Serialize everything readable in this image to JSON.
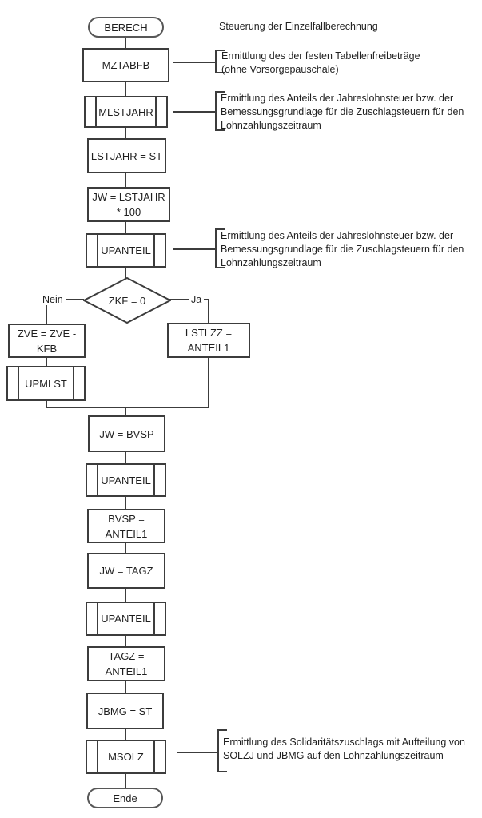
{
  "title": "Steuerung der Einzelfallberechnung",
  "nodes": {
    "start": {
      "label": "BERECH"
    },
    "mztabfb": {
      "label": "MZTABFB"
    },
    "mlstjahr": {
      "label": "MLSTJAHR"
    },
    "lstjahr_st": {
      "label": "LSTJAHR = ST"
    },
    "jw_lstjahr": {
      "label": "JW = LSTJAHR\n* 100"
    },
    "upanteil1": {
      "label": "UPANTEIL"
    },
    "zkf": {
      "label": "ZKF = 0"
    },
    "zve": {
      "label": "ZVE = ZVE -  KFB"
    },
    "upmlst": {
      "label": "UPMLST"
    },
    "lstlzz": {
      "label": "LSTLZZ = ANTEIL1"
    },
    "jw_bvsp": {
      "label": "JW = BVSP"
    },
    "upanteil2": {
      "label": "UPANTEIL"
    },
    "bvsp": {
      "label": "BVSP = ANTEIL1"
    },
    "jw_tagz": {
      "label": "JW = TAGZ"
    },
    "upanteil3": {
      "label": "UPANTEIL"
    },
    "tagz": {
      "label": "TAGZ = ANTEIL1"
    },
    "jbmg": {
      "label": "JBMG = ST"
    },
    "msolz": {
      "label": "MSOLZ"
    },
    "end": {
      "label": "Ende"
    }
  },
  "branch_labels": {
    "no": "Nein",
    "yes": "Ja"
  },
  "annotations": {
    "mztabfb": {
      "text": "Ermittlung des der festen Tabellenfreibeträge\n(ohne Vorsorgepauschale)"
    },
    "mlstjahr": {
      "text": "Ermittlung des Anteils der Jahreslohnsteuer bzw. der\nBemessungsgrundlage für die Zuschlagsteuern für den\nLohnzahlungszeitraum"
    },
    "upanteil": {
      "text": "Ermittlung des Anteils der Jahreslohnsteuer bzw. der\nBemessungsgrundlage für die Zuschlagsteuern für den\nLohnzahlungszeitraum"
    },
    "msolz": {
      "text": "Ermittlung des Solidaritätszuschlags mit Aufteilung von\nSOLZJ und JBMG auf den Lohnzahlungszeitraum"
    }
  },
  "colors": {
    "stroke": "#3c3c3c",
    "text": "#1f1f1f",
    "background": "#ffffff"
  }
}
